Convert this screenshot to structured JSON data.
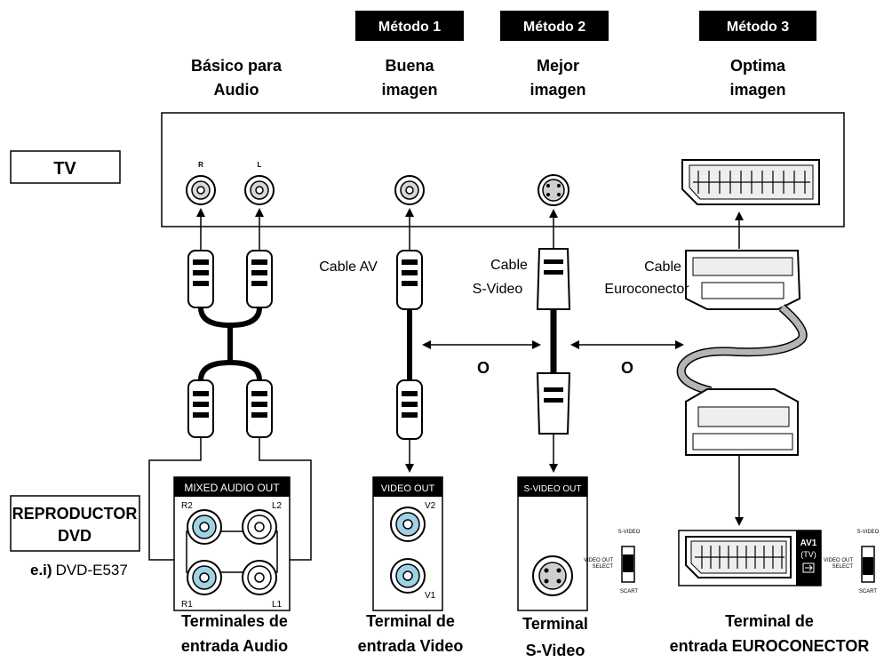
{
  "methods": {
    "m1": {
      "badge": "Método 1",
      "line1": "Buena",
      "line2": "imagen"
    },
    "m2": {
      "badge": "Método 2",
      "line1": "Mejor",
      "line2": "imagen"
    },
    "m3": {
      "badge": "Método 3",
      "line1": "Optima",
      "line2": "imagen"
    }
  },
  "basic": {
    "line1": "Básico para",
    "line2": "Audio"
  },
  "tv_label": "TV",
  "tv_jack_r": "R",
  "tv_jack_l": "L",
  "dvd": {
    "line1": "REPRODUCTOR",
    "line2": "DVD",
    "model_prefix": "e.i)",
    "model": "DVD-E537"
  },
  "cables": {
    "av": "Cable AV",
    "svideo_line1": "Cable",
    "svideo_line2": "S-Video",
    "euro_line1": "Cable",
    "euro_line2": "Euroconector"
  },
  "or_label": "O",
  "panels": {
    "mixed_audio_out": "MIXED AUDIO OUT",
    "r2": "R2",
    "l2": "L2",
    "r1": "R1",
    "l1": "L1",
    "video_out": "VIDEO OUT",
    "v2": "V2",
    "v1": "V1",
    "svideo_out": "S-VIDEO OUT",
    "av1_line1": "AV1",
    "av1_line2": "(TV)"
  },
  "switch": {
    "top": "S-VIDEO",
    "mid1": "VIDEO OUT",
    "mid2": "SELECT",
    "bottom": "SCART"
  },
  "captions": {
    "audio_line1": "Terminales de",
    "audio_line2": "entrada Audio",
    "video_line1": "Terminal de",
    "video_line2": "entrada Video",
    "svideo_line1": "Terminal",
    "svideo_line2": "S-Video",
    "euro_line1": "Terminal de",
    "euro_line2": "entrada EUROCONECTOR"
  },
  "colors": {
    "jack_blue": "#9fd2e4",
    "cable_gray": "#b5b5b5",
    "badge_bg": "#000000"
  }
}
